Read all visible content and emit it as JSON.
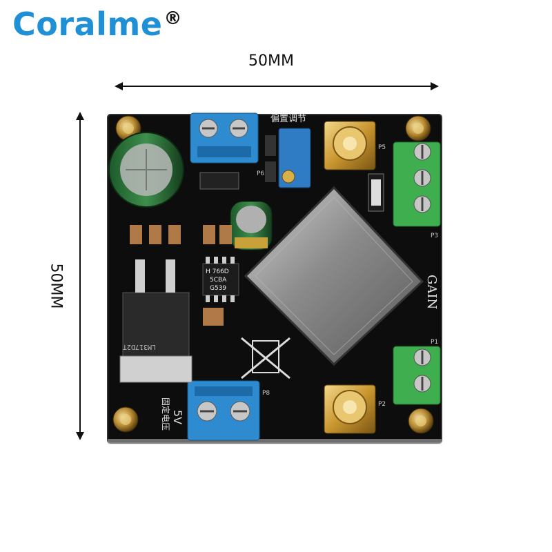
{
  "brand": {
    "name": "Coralme",
    "mark": "®",
    "color": "#1f8fd6"
  },
  "dimensions": {
    "width_label": "50MM",
    "height_label": "50MM"
  },
  "board": {
    "labels": {
      "bias": "偏置调节",
      "gain": "GAIN",
      "voltage": "5V",
      "fixed_voltage": "固定电压",
      "regulator": "LM317D2T",
      "chip": "H 766D",
      "chip2": "5CBA",
      "chip3": "G539",
      "p1": "P1",
      "p2": "P2",
      "p3": "P3",
      "p5": "P5",
      "p6": "P6",
      "p8": "P8"
    },
    "colors": {
      "pcb": "#0c0c0c",
      "terminal_blue": "#2f8bd0",
      "terminal_green": "#3fae4e",
      "shield": "#9a9a9a"
    }
  }
}
